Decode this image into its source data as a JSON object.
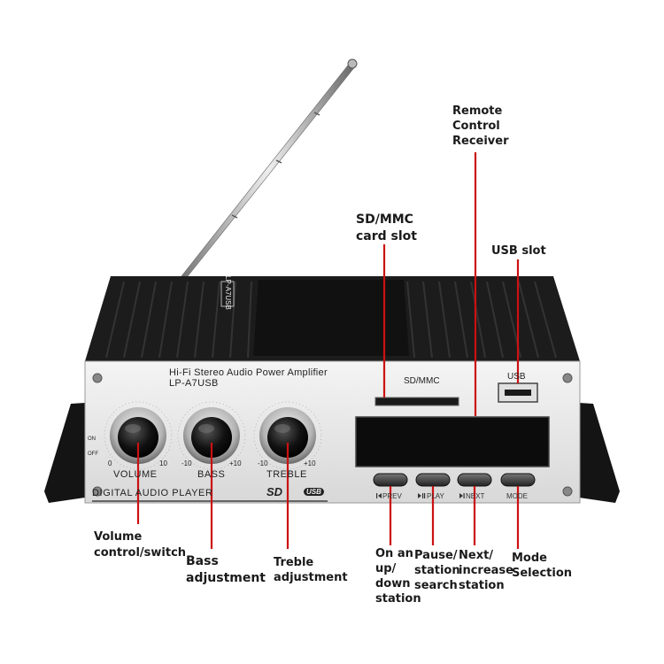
{
  "device": {
    "brand_line": "Hi-Fi Stereo Audio Power Amplifier",
    "model": "LP-A7USB",
    "footer_text": "DIGITAL AUDIO PLAYER",
    "sd_logo": "SD",
    "usb_logo": "USB",
    "sd_slot_label": "SD/MMC",
    "usb_slot_label": "USB",
    "top_model": "LP-A7USB",
    "knobs": [
      {
        "label": "VOLUME",
        "min": "0",
        "max": "10",
        "on": "ON",
        "off": "OFF"
      },
      {
        "label": "BASS",
        "min": "-10",
        "max": "+10"
      },
      {
        "label": "TREBLE",
        "min": "-10",
        "max": "+10"
      }
    ],
    "buttons": [
      {
        "label": "PREV",
        "icon": "prev-icon"
      },
      {
        "label": "PLAY",
        "icon": "play-pause-icon"
      },
      {
        "label": "NEXT",
        "icon": "next-icon"
      },
      {
        "label": "MODE",
        "icon": ""
      }
    ]
  },
  "callouts": {
    "remote": "Remote\nControl\nReceiver",
    "sdmmc": "SD/MMC\ncard slot",
    "usb": "USB slot",
    "volume": "Volume\ncontrol/switch",
    "bass": "Bass\nadjustment",
    "treble": "Treble\nadjustment",
    "prev": "On an\nup/\ndown\nstation",
    "play": "Pause/\nstation\nsearch",
    "next": "Next/\nincrease\nstation",
    "mode": "Mode\nSelection"
  },
  "colors": {
    "callout_line": "#cc1111",
    "panel": "#e9e9e9",
    "body": "#1c1c1c"
  }
}
